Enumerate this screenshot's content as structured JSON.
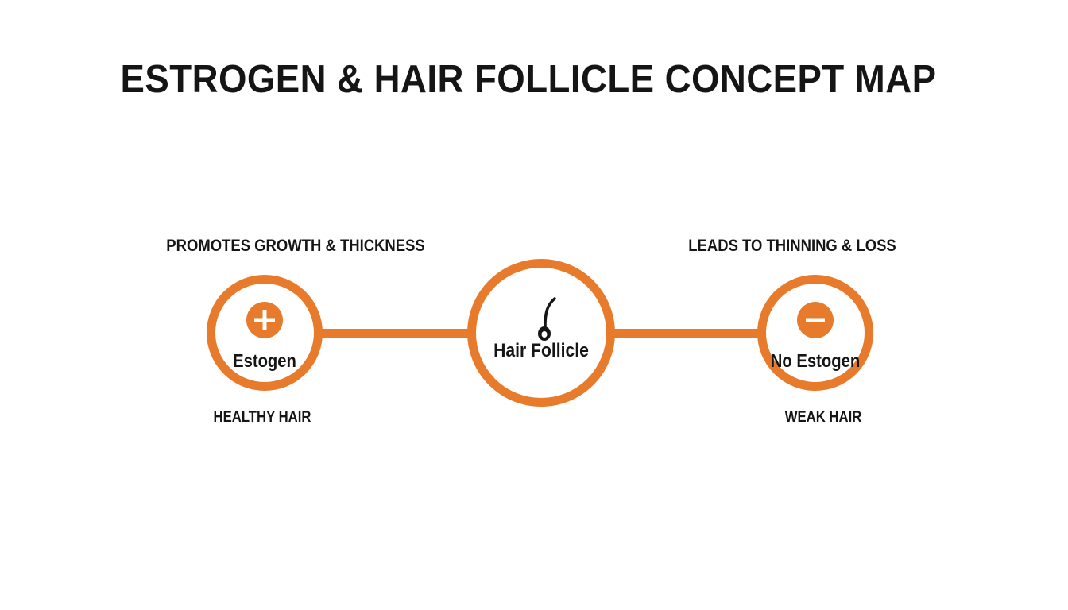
{
  "title": "ESTROGEN & HAIR FOLLICLE CONCEPT MAP",
  "colors": {
    "accent": "#e77a2b",
    "text": "#151515",
    "background": "#ffffff"
  },
  "left": {
    "top_label": "PROMOTES GROWTH & THICKNESS",
    "node_label": "Estogen",
    "icon": "plus-icon",
    "bottom_label": "HEALTHY HAIR"
  },
  "center": {
    "node_label": "Hair Follicle",
    "icon": "hair-follicle-icon"
  },
  "right": {
    "top_label": "LEADS TO THINNING & LOSS",
    "node_label": "No Estogen",
    "icon": "minus-icon",
    "bottom_label": "WEAK HAIR"
  }
}
